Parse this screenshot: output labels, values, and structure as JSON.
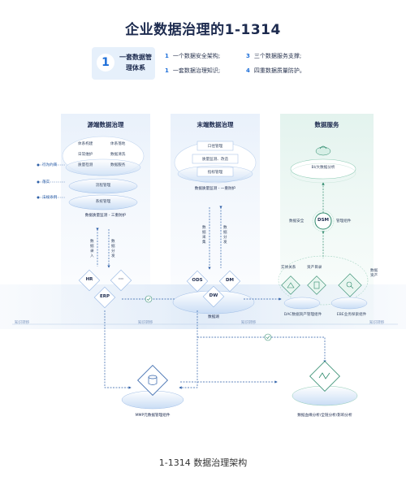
{
  "title": "企业数据治理的1-1314",
  "summary": {
    "box_num": "1",
    "box_text": "一套数据管理体系",
    "items": [
      {
        "n": "1",
        "text": "一个数据安全架构;"
      },
      {
        "n": "3",
        "text": "三个数据服务支撑;"
      },
      {
        "n": "1",
        "text": "一套数据治理知识;"
      },
      {
        "n": "4",
        "text": "四重数据质量防护。"
      }
    ]
  },
  "columns": {
    "source": "源端数据治理",
    "sink": "末端数据治理",
    "service": "数据服务"
  },
  "source": {
    "side_labels": [
      "行为约束",
      "落实",
      "法规条例"
    ],
    "layer1": [
      "体系构建",
      "体系落地",
      "日常维护",
      "数据清洗",
      "质量检测",
      "数据服务"
    ],
    "layer2": "流程管理",
    "layer3": "系统管理",
    "bottom": "数据质量监测 - 三重防护",
    "systems": [
      "HR",
      "···",
      "ERP"
    ],
    "arrow_up": "数据录入",
    "arrow_down": "数据分发"
  },
  "sink": {
    "items": [
      "口径管理",
      "质量监测、改造",
      "指标管理"
    ],
    "bottom": "数据质量监测 - 一重防护",
    "arrow_up": "数据采集",
    "arrow_down": "数据分发",
    "lake": [
      "ODS",
      "DM",
      "DW"
    ],
    "lake_label": "数据湖"
  },
  "service": {
    "bi": "BI/大数据分析",
    "security": "数据安全",
    "dsm": "DSM",
    "mgmt": "管理组件",
    "assets_label": "数据资产",
    "sub1": "实体关系",
    "sub2": "资产目录",
    "dac": "DAC数据资产管理组件",
    "ebe": "EBE业务探索组件"
  },
  "band": {
    "label": "知识转移"
  },
  "bottom": {
    "mmp": "MMP元数据管理组件",
    "lineage": "数据血缘分析/全链分析/影响分析"
  },
  "caption": "1-1314 数据治理架构"
}
